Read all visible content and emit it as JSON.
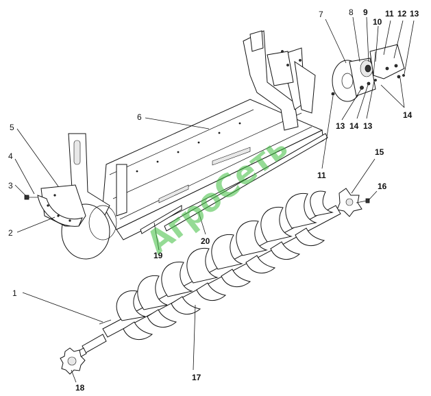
{
  "watermark": "АгроСеть",
  "callouts": [
    {
      "id": "1",
      "text": "1",
      "bold": false
    },
    {
      "id": "2",
      "text": "2",
      "bold": false
    },
    {
      "id": "3",
      "text": "3",
      "bold": false
    },
    {
      "id": "4",
      "text": "4",
      "bold": false
    },
    {
      "id": "5",
      "text": "5",
      "bold": false
    },
    {
      "id": "6",
      "text": "6",
      "bold": false
    },
    {
      "id": "7",
      "text": "7",
      "bold": false
    },
    {
      "id": "8",
      "text": "8",
      "bold": false
    },
    {
      "id": "9",
      "text": "9",
      "bold": true
    },
    {
      "id": "10",
      "text": "10",
      "bold": true
    },
    {
      "id": "11a",
      "text": "11",
      "bold": true
    },
    {
      "id": "12",
      "text": "12",
      "bold": true
    },
    {
      "id": "13a",
      "text": "13",
      "bold": true
    },
    {
      "id": "13b",
      "text": "13",
      "bold": true
    },
    {
      "id": "14a",
      "text": "14",
      "bold": true
    },
    {
      "id": "13c",
      "text": "13",
      "bold": true
    },
    {
      "id": "14b",
      "text": "14",
      "bold": true
    },
    {
      "id": "11b",
      "text": "11",
      "bold": true
    },
    {
      "id": "15",
      "text": "15",
      "bold": true
    },
    {
      "id": "16",
      "text": "16",
      "bold": true
    },
    {
      "id": "17",
      "text": "17",
      "bold": true
    },
    {
      "id": "18",
      "text": "18",
      "bold": true
    },
    {
      "id": "19",
      "text": "19",
      "bold": true
    },
    {
      "id": "20",
      "text": "20",
      "bold": true
    }
  ]
}
